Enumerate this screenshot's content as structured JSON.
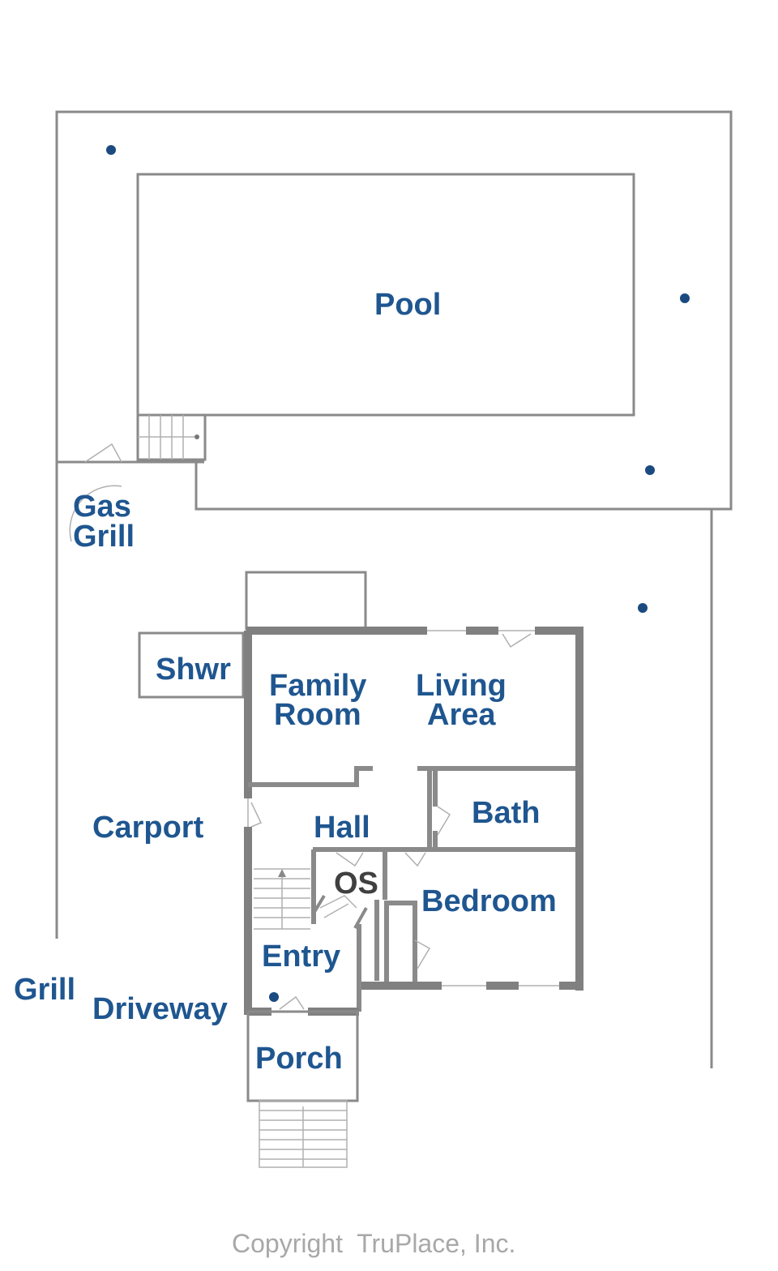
{
  "floorplan": {
    "rooms": {
      "pool": "Pool",
      "gas": "Gas",
      "grill1": "Grill",
      "shwr": "Shwr",
      "family1": "Family",
      "family2": "Room",
      "living1": "Living",
      "living2": "Area",
      "bath": "Bath",
      "carport": "Carport",
      "hall": "Hall",
      "os": "OS",
      "bedroom": "Bedroom",
      "entry": "Entry",
      "grill2": "Grill",
      "driveway": "Driveway",
      "porch": "Porch"
    },
    "copyright": "Copyright  TruPlace, Inc.",
    "colors": {
      "label": "#1f5690",
      "wall": "#808080"
    }
  }
}
